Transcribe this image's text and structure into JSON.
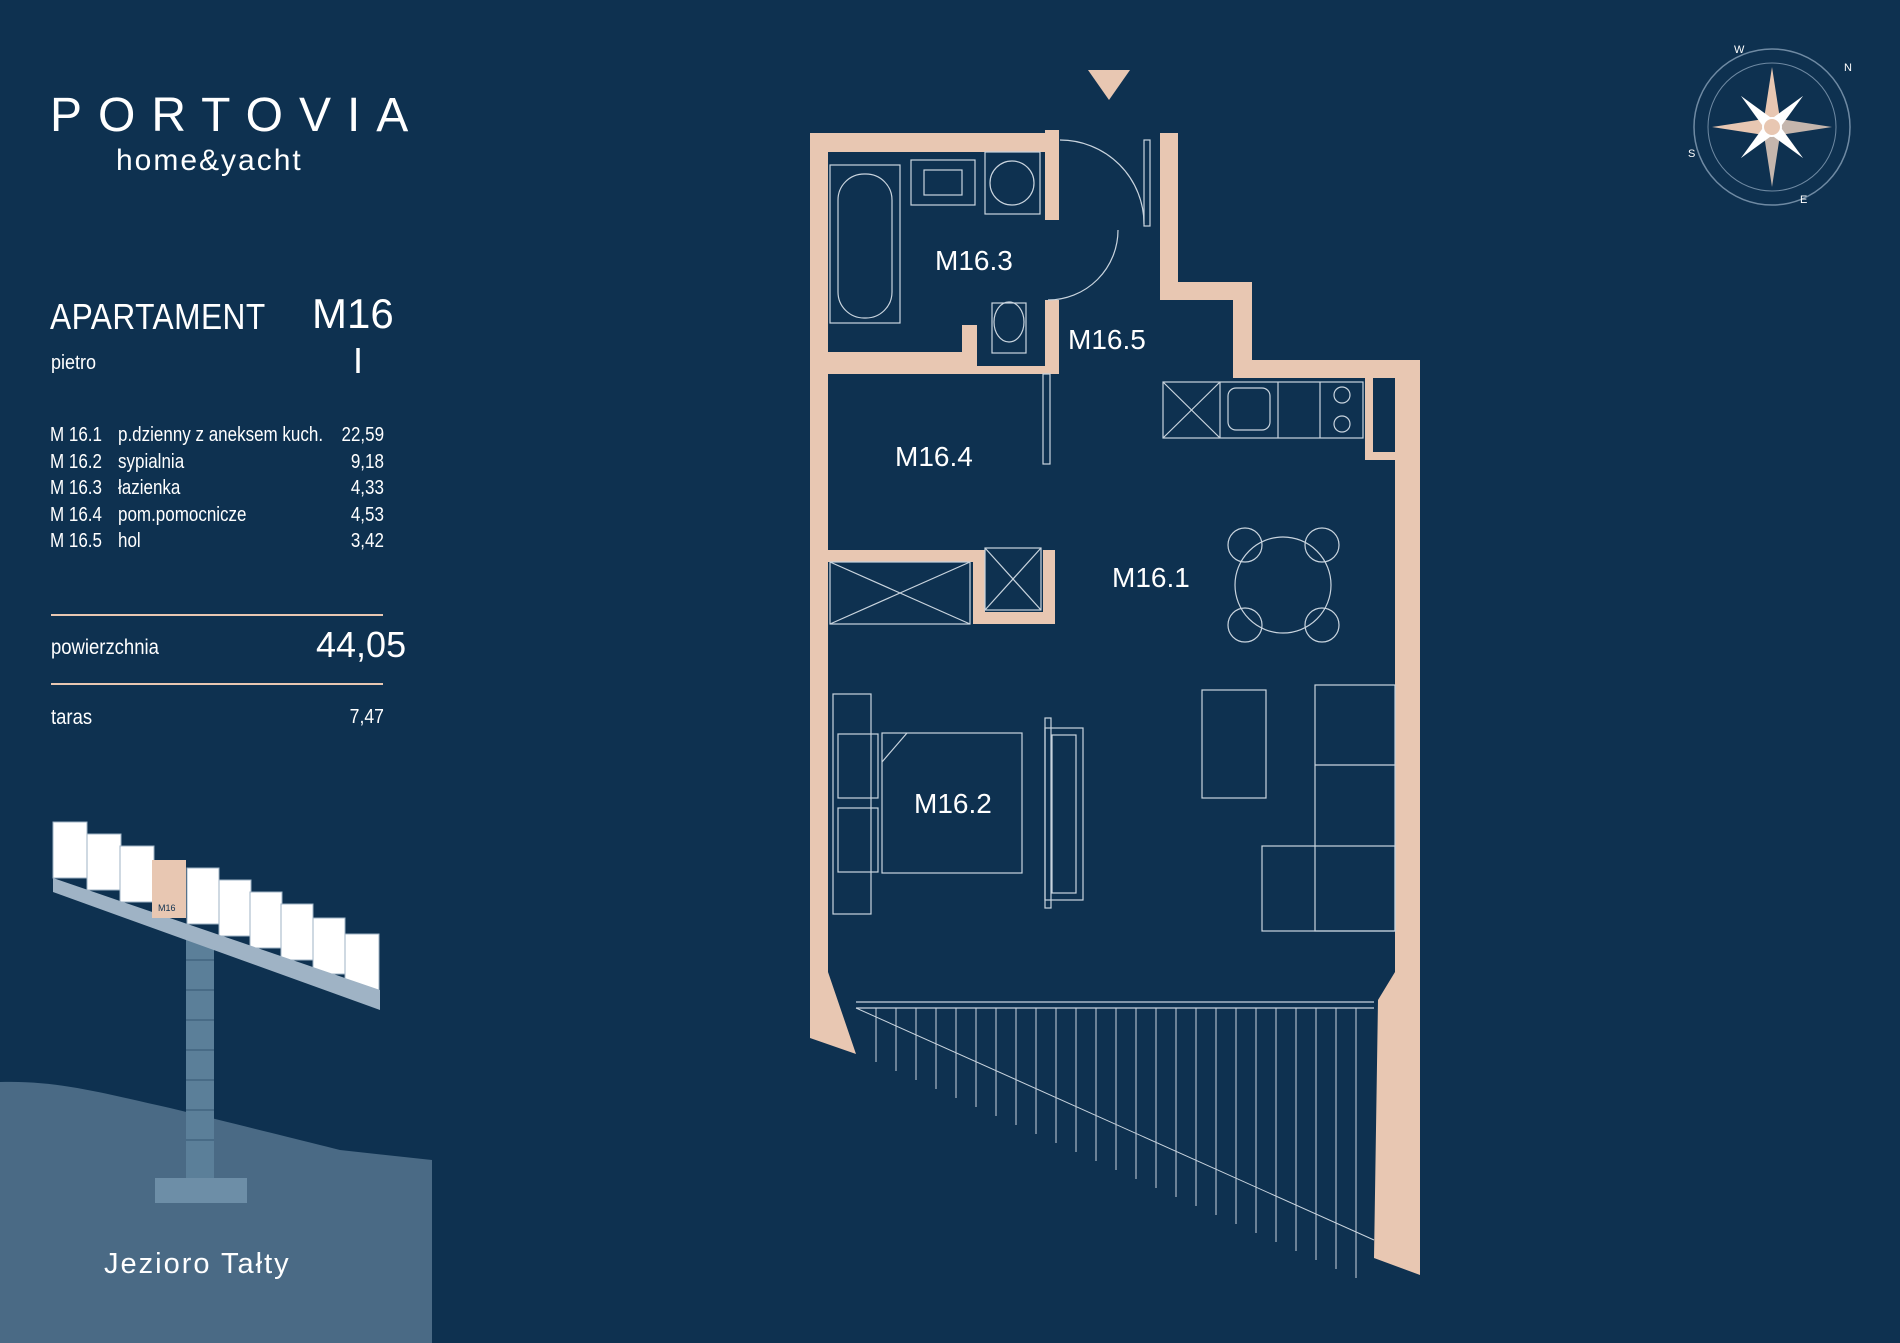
{
  "brand": {
    "name": "PORTOVIA",
    "tagline": "home&yacht"
  },
  "apartment": {
    "label": "APARTAMENT",
    "code": "M16",
    "floor_label": "pietro",
    "floor_value": "I"
  },
  "rooms": [
    {
      "code": "M 16.1",
      "name": "p.dzienny z aneksem kuch.",
      "area": "22,59"
    },
    {
      "code": "M 16.2",
      "name": "sypialnia",
      "area": "9,18"
    },
    {
      "code": "M 16.3",
      "name": "łazienka",
      "area": "4,33"
    },
    {
      "code": "M 16.4",
      "name": "pom.pomocnicze",
      "area": "4,53"
    },
    {
      "code": "M 16.5",
      "name": "hol",
      "area": "3,42"
    }
  ],
  "summary": {
    "area_label": "powierzchnia",
    "area_value": "44,05",
    "terrace_label": "taras",
    "terrace_value": "7,47"
  },
  "plan_labels": {
    "r1": "M16.1",
    "r2": "M16.2",
    "r3": "M16.3",
    "r4": "M16.4",
    "r5": "M16.5"
  },
  "site": {
    "lake": "Jezioro Tałty",
    "highlight": "M16"
  },
  "compass": {
    "n": "N",
    "e": "E",
    "s": "S",
    "w": "W"
  },
  "colors": {
    "background": "#0e3150",
    "wall": "#e8c7b2",
    "lake": "#4a6a85",
    "highlight": "#e8c7b2"
  }
}
